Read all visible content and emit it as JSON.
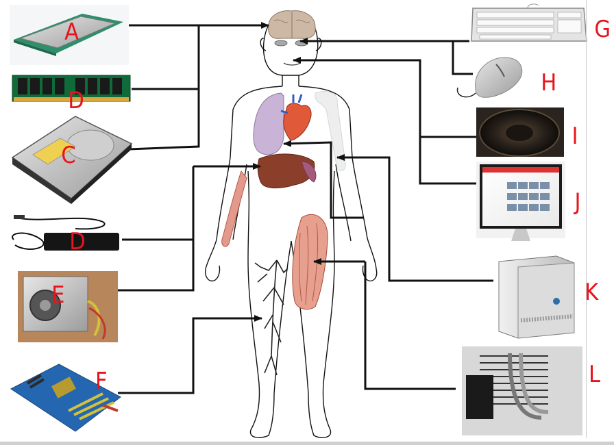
{
  "colors": {
    "label_red": "#e8141b",
    "line_black": "#111111"
  },
  "components": [
    {
      "id": "cpu",
      "letter": "A",
      "icon": "cpu-chip-icon",
      "target": "brain"
    },
    {
      "id": "ram",
      "letter": "D",
      "icon": "ram-stick-icon",
      "target": "brain"
    },
    {
      "id": "hdd",
      "letter": "C",
      "icon": "hard-drive-icon",
      "target": "brain"
    },
    {
      "id": "power-adapter",
      "letter": "D",
      "icon": "power-adapter-icon",
      "target": "liver"
    },
    {
      "id": "psu",
      "letter": "E",
      "icon": "power-supply-icon",
      "target": "liver"
    },
    {
      "id": "motherboard",
      "letter": "F",
      "icon": "motherboard-icon",
      "target": "nervous-system"
    },
    {
      "id": "keyboard",
      "letter": "G",
      "icon": "keyboard-icon",
      "target": "eyes"
    },
    {
      "id": "mouse",
      "letter": "H",
      "icon": "mouse-icon",
      "target": "eyes"
    },
    {
      "id": "speaker",
      "letter": "I",
      "icon": "speaker-icon",
      "target": "mouth"
    },
    {
      "id": "monitor",
      "letter": "J",
      "icon": "monitor-icon",
      "target": "mouth"
    },
    {
      "id": "tower",
      "letter": "K",
      "icon": "pc-tower-icon",
      "target": "bone"
    },
    {
      "id": "cooler",
      "letter": "L",
      "icon": "cpu-cooler-icon",
      "target": "thigh-muscle"
    }
  ]
}
